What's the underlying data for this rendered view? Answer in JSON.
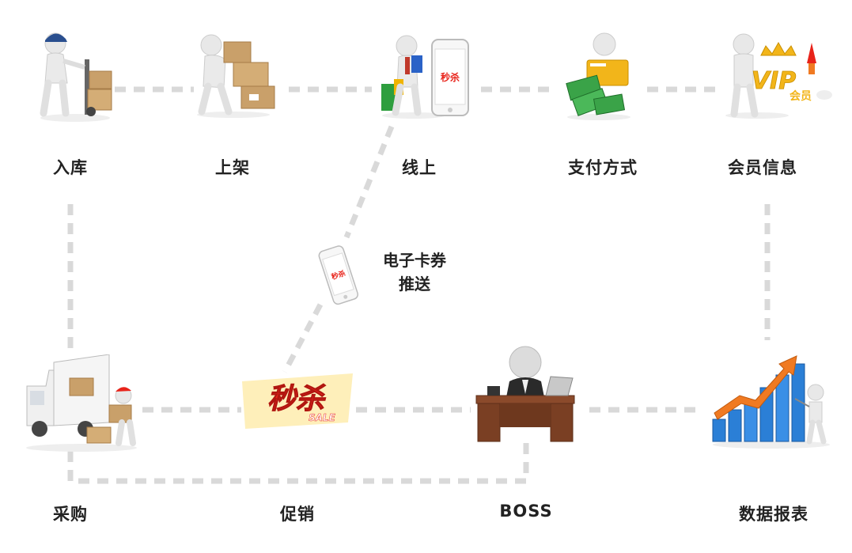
{
  "nodes": {
    "stock_in": {
      "label": "入库"
    },
    "shelving": {
      "label": "上架"
    },
    "online": {
      "label": "线上"
    },
    "payment": {
      "label": "支付方式"
    },
    "member": {
      "label": "会员信息"
    },
    "purchase": {
      "label": "采购"
    },
    "promotion": {
      "label": "促销"
    },
    "boss": {
      "label": "BOSS"
    },
    "reports": {
      "label": "数据报表"
    }
  },
  "coupon": {
    "line1": "电子卡券",
    "line2": "推送"
  },
  "logos": {
    "flash_sale": "秒杀",
    "sale": "SALE",
    "vip": "VIP",
    "vip_member": "会员"
  },
  "colors": {
    "connector": "#d9d9d9",
    "box": "#c9a06a",
    "truck": "#f0f0f0",
    "sale_red": "#e8231a",
    "vip_gold": "#f2b51a",
    "chart_blue": "#2b7fd6",
    "arrow_orange": "#f07a22",
    "desk": "#8b4a2b"
  }
}
